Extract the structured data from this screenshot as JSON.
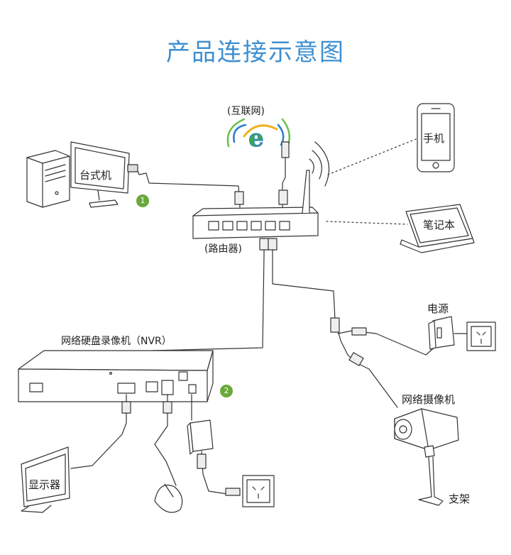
{
  "title": "产品连接示意图",
  "labels": {
    "internet": "(互联网)",
    "desktop": "台式机",
    "router": "(路由器)",
    "phone": "手机",
    "laptop": "笔记本",
    "power": "电源",
    "nvr": "网络硬盘录像机（NVR）",
    "camera": "网络摄像机",
    "monitor": "显示器",
    "bracket": "支架"
  },
  "badges": {
    "one": "1",
    "two": "2"
  },
  "colors": {
    "title": "#3d8fd1",
    "badge": "#6aa83a",
    "ie_blue": "#2a7fd4",
    "ie_green": "#6cc04a",
    "line": "#333333"
  },
  "icons": [
    "ie-logo-icon",
    "wifi-signal-icon",
    "computer-tower-icon",
    "monitor-icon",
    "phone-icon",
    "laptop-icon",
    "router-icon",
    "nvr-icon",
    "camera-icon",
    "mouse-icon",
    "power-adapter-icon",
    "wall-socket-icon"
  ]
}
